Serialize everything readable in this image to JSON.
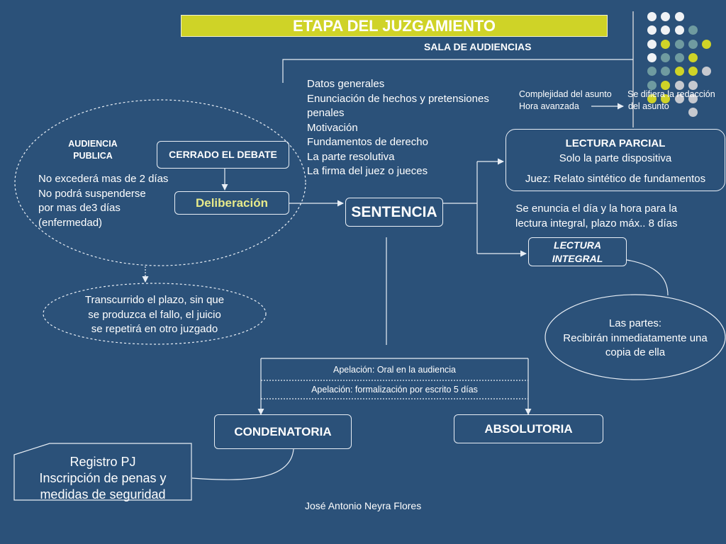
{
  "title": "ETAPA DEL JUZGAMIENTO",
  "subtitle": "SALA DE AUDIENCIAS",
  "audiencia": {
    "line1": "AUDIENCIA",
    "line2": "PUBLICA"
  },
  "cerrado": "CERRADO EL DEBATE",
  "deliberacion": "Deliberación",
  "plazos": [
    "No excederá mas de 2 días",
    "No podrá suspenderse",
    "por mas de3 días",
    "(enfermedad)"
  ],
  "sentencia_contenido": [
    "Datos generales",
    "Enunciación de hechos y pretensiones",
    "penales",
    "Motivación",
    "Fundamentos de derecho",
    "La parte resolutiva",
    "La firma del juez o jueces"
  ],
  "sentencia": "SENTENCIA",
  "diferimiento": {
    "causa1": "Complejidad del asunto",
    "causa2": "Hora avanzada",
    "efecto1": "Se difiera la redacción",
    "efecto2": "del asunto"
  },
  "lectura_parcial": {
    "title": "LECTURA PARCIAL",
    "line1": "Solo la parte dispositiva",
    "line2": "Juez: Relato sintético de fundamentos"
  },
  "enuncia": [
    "Se enuncia el día y la hora para la",
    "lectura integral, plazo máx.. 8 días"
  ],
  "lectura_integral": {
    "line1": "LECTURA",
    "line2": "INTEGRAL"
  },
  "partes": [
    "Las partes:",
    "Recibirán inmediatamente una",
    "copia de ella"
  ],
  "transcurrido": [
    "Transcurrido el plazo, sin que",
    "se produzca el fallo, el juicio",
    "se repetirá en otro juzgado"
  ],
  "apelacion": [
    "Apelación: Oral en la audiencia",
    "Apelación: formalización por escrito 5 días"
  ],
  "condenatoria": "CONDENATORIA",
  "absolutoria": "ABSOLUTORIA",
  "registro": [
    "Registro PJ",
    "Inscripción de penas y",
    "medidas de seguridad"
  ],
  "footer": "José Antonio Neyra Flores",
  "colors": {
    "background": "#2b5179",
    "accent_yellow": "#cfd327",
    "teal": "#6f9ba0",
    "dot_white": "#f0f2f5",
    "dot_gray": "#c6c9cf"
  },
  "decoration": {
    "dots": [
      [
        "white",
        "white",
        "white",
        "none",
        "none"
      ],
      [
        "white",
        "white",
        "white",
        "teal",
        "none"
      ],
      [
        "white",
        "yellow",
        "teal",
        "teal",
        "yellow"
      ],
      [
        "white",
        "teal",
        "teal",
        "yellow",
        "none"
      ],
      [
        "teal",
        "teal",
        "yellow",
        "yellow",
        "gray"
      ],
      [
        "teal",
        "yellow",
        "gray",
        "gray",
        "none"
      ],
      [
        "yellow",
        "yellow",
        "gray",
        "gray",
        "none"
      ],
      [
        "none",
        "none",
        "none",
        "gray",
        "none"
      ]
    ]
  }
}
